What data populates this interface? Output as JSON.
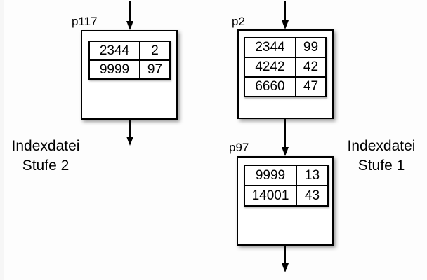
{
  "canvas": {
    "background": "#fdfdfd",
    "ink_color": "#000000",
    "box_fill": "#ffffff"
  },
  "labels": {
    "left": {
      "line1": "Indexdatei",
      "line2": "Stufe 2"
    },
    "right": {
      "line1": "Indexdatei",
      "line2": "Stufe 1"
    }
  },
  "nodes": [
    {
      "id": "p117",
      "label": "p117",
      "rows": [
        {
          "key": "2344",
          "ptr": "2"
        },
        {
          "key": "9999",
          "ptr": "97"
        }
      ]
    },
    {
      "id": "p2",
      "label": "p2",
      "rows": [
        {
          "key": "2344",
          "ptr": "99"
        },
        {
          "key": "4242",
          "ptr": "42"
        },
        {
          "key": "6660",
          "ptr": "47"
        }
      ]
    },
    {
      "id": "p97",
      "label": "p97",
      "rows": [
        {
          "key": "9999",
          "ptr": "13"
        },
        {
          "key": "14001",
          "ptr": "43"
        }
      ]
    }
  ]
}
